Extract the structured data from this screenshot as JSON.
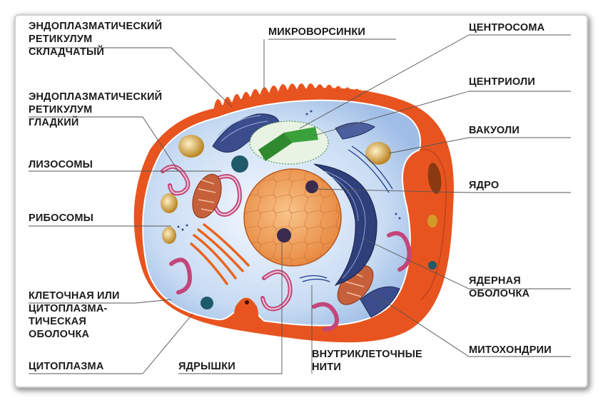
{
  "labels": {
    "er_rough": "ЭНДОПЛАЗМАТИЧЕСКИЙ\nРЕТИКУЛУМ\nСКЛАДЧАТЫЙ",
    "er_smooth": "ЭНДОПЛАЗМАТИЧЕСКИЙ\nРЕТИКУЛУМ\nГЛАДКИЙ",
    "lysosomes": "ЛИЗОСОМЫ",
    "ribosomes": "РИБОСОМЫ",
    "membrane": "КЛЕТОЧНАЯ ИЛИ\nЦИТОПЛАЗМА-\nТИЧЕСКАЯ\nОБОЛОЧКА",
    "cytoplasm": "ЦИТОПЛАЗМА",
    "nucleoli": "ЯДРЫШКИ",
    "filaments": "ВНУТРИКЛЕТОЧНЫЕ\nНИТИ",
    "microvilli": "МИКРОВОРСИНКИ",
    "centrosome": "ЦЕНТРОСОМА",
    "centrioles": "ЦЕНТРИОЛИ",
    "vacuoles": "ВАКУОЛИ",
    "nucleus": "ЯДРО",
    "envelope": "ЯДЕРНАЯ\nОБОЛОЧКА",
    "mitochondria": "МИТОХОНДРИИ"
  },
  "colors": {
    "membrane": "#e8541f",
    "cytoplasm": "#cfe1f5",
    "nucleus": "#f3a25c",
    "er_rough": "#2e3f7a",
    "centrosome": "#2f8a2f",
    "lysosome": "#c2467a",
    "vacuole": "#c9922b"
  }
}
